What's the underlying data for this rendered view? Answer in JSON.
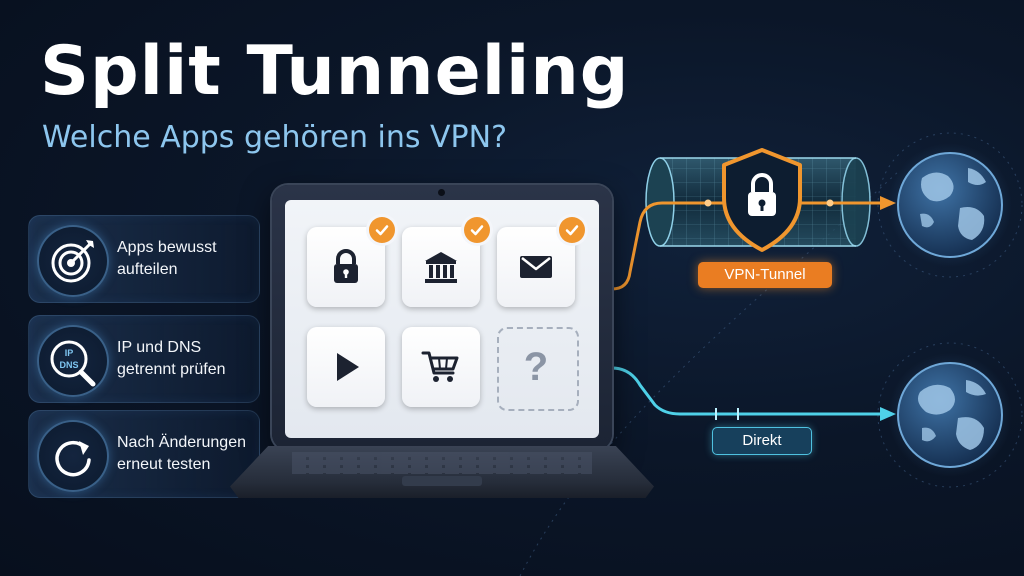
{
  "header": {
    "title": "Split Tunneling",
    "subtitle": "Welche Apps gehören ins VPN?"
  },
  "tips": [
    {
      "icon": "target-icon",
      "line1": "Apps bewusst",
      "line2": "aufteilen"
    },
    {
      "icon": "ip-dns-search-icon",
      "line1": "IP und DNS",
      "line2": "getrennt prüfen",
      "icon_text_top": "IP",
      "icon_text_bottom": "DNS"
    },
    {
      "icon": "refresh-icon",
      "line1": "Nach Änderungen",
      "line2": "erneut testen"
    }
  ],
  "apps": [
    {
      "icon": "lock-icon",
      "route": "vpn",
      "checked": true
    },
    {
      "icon": "bank-icon",
      "route": "vpn",
      "checked": true
    },
    {
      "icon": "mail-icon",
      "route": "vpn",
      "checked": true
    },
    {
      "icon": "play-icon",
      "route": "direct",
      "checked": false
    },
    {
      "icon": "cart-icon",
      "route": "direct",
      "checked": false
    },
    {
      "icon": "question-icon",
      "route": "direct",
      "checked": false,
      "glyph_text": "?"
    }
  ],
  "routes": {
    "vpn_label": "VPN-Tunnel",
    "direct_label": "Direkt"
  },
  "colors": {
    "vpn": "#f0962e",
    "direct": "#4fd1e8",
    "title": "#ffffff",
    "subtitle": "#8dc6ee",
    "background": "#0b1628"
  }
}
